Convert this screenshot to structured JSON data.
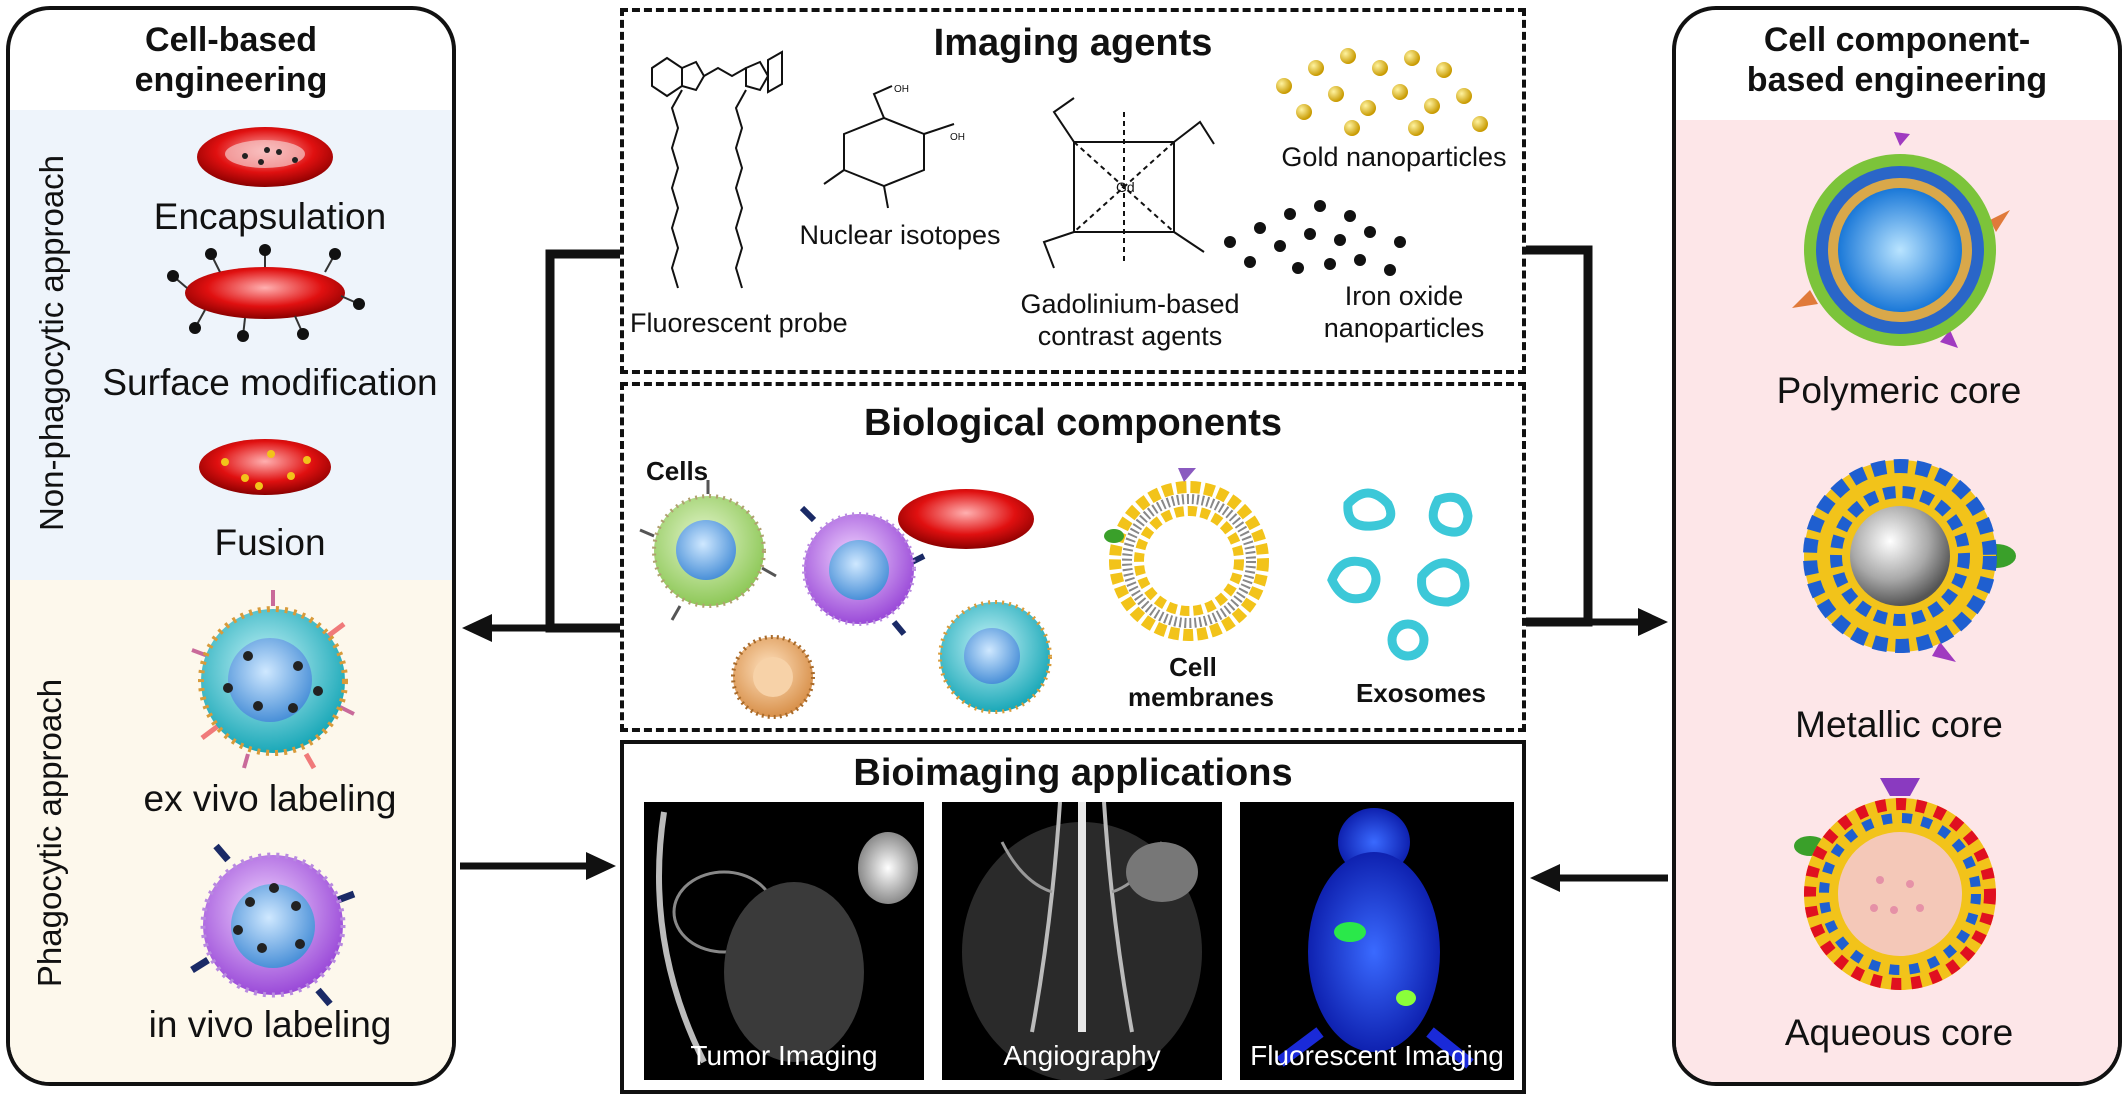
{
  "left_panel": {
    "title": "Cell-based\nengineering",
    "non_phagocytic": {
      "label": "Non-phagocytic approach",
      "items": [
        "Encapsulation",
        "Surface modification",
        "Fusion"
      ]
    },
    "phagocytic": {
      "label": "Phagocytic approach",
      "items": [
        "ex vivo labeling",
        "in vivo labeling"
      ]
    }
  },
  "right_panel": {
    "title": "Cell component-\nbased engineering",
    "items": [
      "Polymeric core",
      "Metallic core",
      "Aqueous core"
    ]
  },
  "imaging_agents": {
    "title": "Imaging agents",
    "items": {
      "fluorescent": "Fluorescent probe",
      "isotopes": "Nuclear isotopes",
      "gadolinium": "Gadolinium-based\ncontrast agents",
      "gold": "Gold nanoparticles",
      "iron": "Iron oxide\nnanoparticles"
    }
  },
  "biological_components": {
    "title": "Biological components",
    "cells": "Cells",
    "membranes": "Cell\nmembranes",
    "exosomes": "Exosomes"
  },
  "bioimaging": {
    "title": "Bioimaging applications",
    "panels": [
      "Tumor Imaging",
      "Angiography",
      "Fluorescent Imaging"
    ]
  },
  "colors": {
    "non_phagocytic_bg": "#eef4fb",
    "phagocytic_bg": "#fdf8ec",
    "right_bg": "#fde6e8",
    "rbc_red": "#e01010",
    "gold": "#f2c31a",
    "lipid_blue": "#1f5fd0"
  }
}
